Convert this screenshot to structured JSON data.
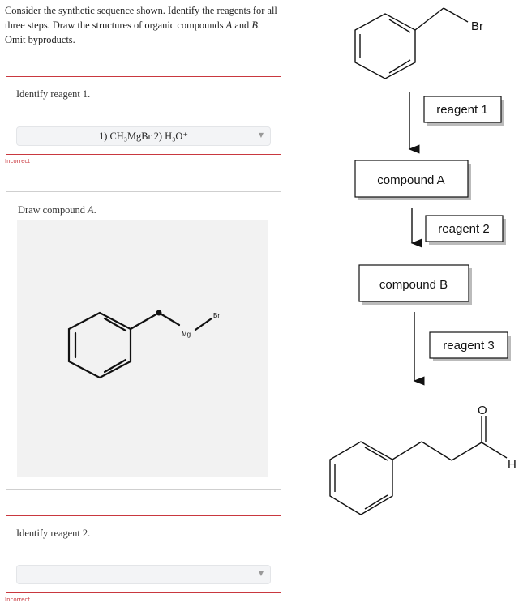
{
  "intro": {
    "part1": "Consider the synthetic sequence shown. Identify the reagents for all three steps. Draw the structures of organic compounds",
    "a": "A",
    "and": "and",
    "b": "B",
    "end": ". Omit byproducts."
  },
  "q1": {
    "prompt": "Identify reagent 1.",
    "answer": "1) CH₃MgBr 2) H₃O⁺",
    "status": "Incorrect"
  },
  "q2": {
    "prompt_prefix": "Draw compound",
    "prompt_italic": "A",
    "prompt_suffix": ".",
    "atoms": {
      "mg": "Mg",
      "br": "Br"
    }
  },
  "q3": {
    "prompt": "Identify reagent 2.",
    "answer": "",
    "status": "Incorrect"
  },
  "scheme": {
    "start_br": "Br",
    "reagent1": "reagent 1",
    "compoundA": "compound A",
    "reagent2": "reagent 2",
    "compoundB": "compound B",
    "reagent3": "reagent 3",
    "product_o": "O",
    "product_h": "H"
  },
  "colors": {
    "incorrect": "#c9383f",
    "field_bg": "#f3f4f6",
    "canvas_bg": "#f2f2f2"
  }
}
